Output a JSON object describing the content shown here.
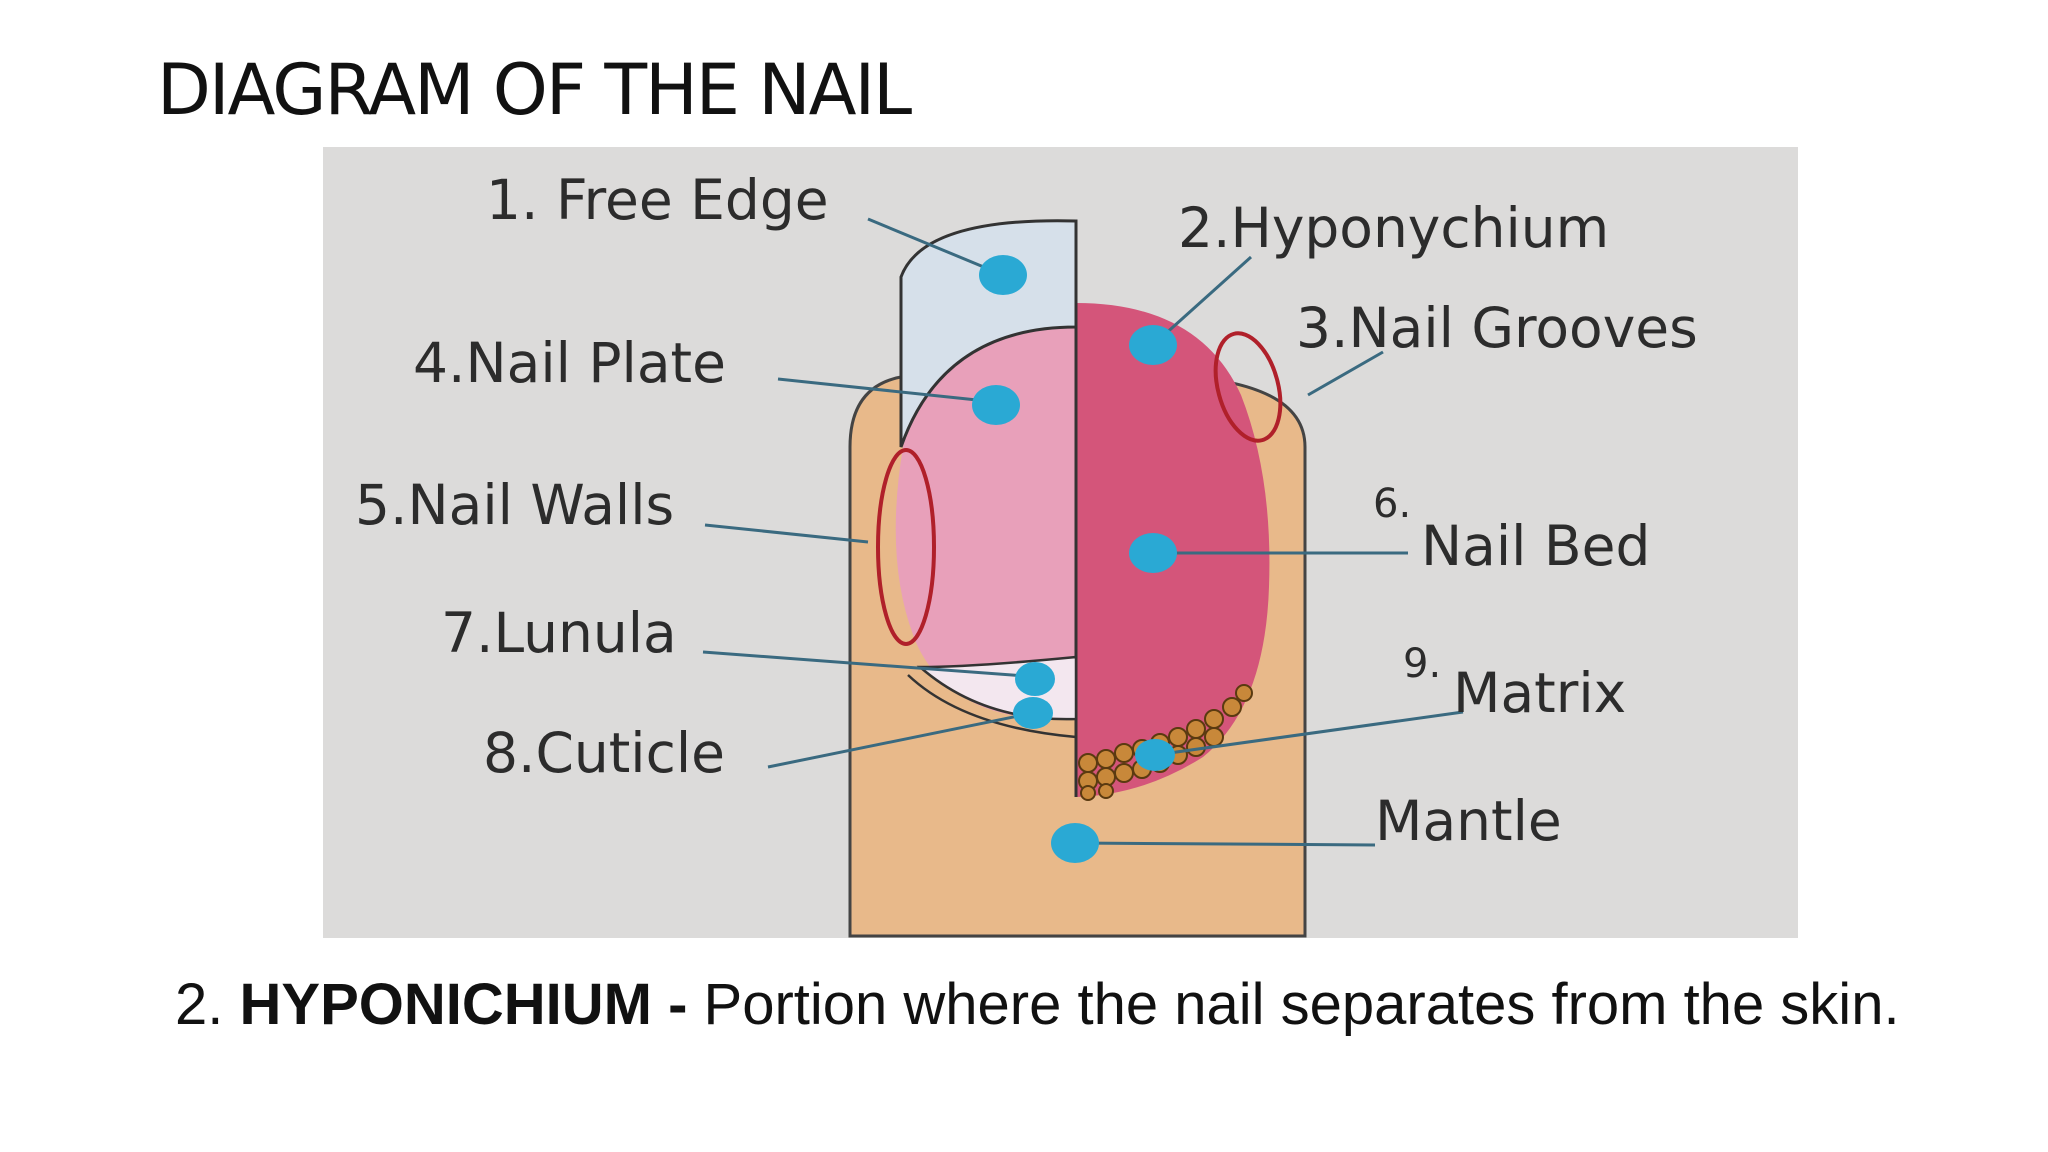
{
  "slide": {
    "title": "DIAGRAM OF THE NAIL"
  },
  "diagram": {
    "labels": {
      "free_edge": "1. Free Edge",
      "hyponychium": "2.Hyponychium",
      "nail_grooves": "3.Nail Grooves",
      "nail_plate": "4.Nail Plate",
      "nail_walls": "5.Nail Walls",
      "nail_bed_number": "6.",
      "nail_bed": "Nail Bed",
      "lunula": "7.Lunula",
      "cuticle": "8.Cuticle",
      "matrix_number": "9.",
      "matrix": "Matrix",
      "mantle": "Mantle"
    },
    "colors": {
      "background": "#dcdbda",
      "skin": "#e8b98a",
      "nail_bed": "#d4557a",
      "nail_plate_pink": "#e8a0ba",
      "free_edge": "#d6e0ea",
      "marker": "#2aa9d4",
      "groove_outline": "#b0202a",
      "matrix": "#c8883a"
    }
  },
  "caption": {
    "number": "2.",
    "term": "HYPONICHIUM -",
    "definition": "Portion where the nail separates from the skin."
  }
}
